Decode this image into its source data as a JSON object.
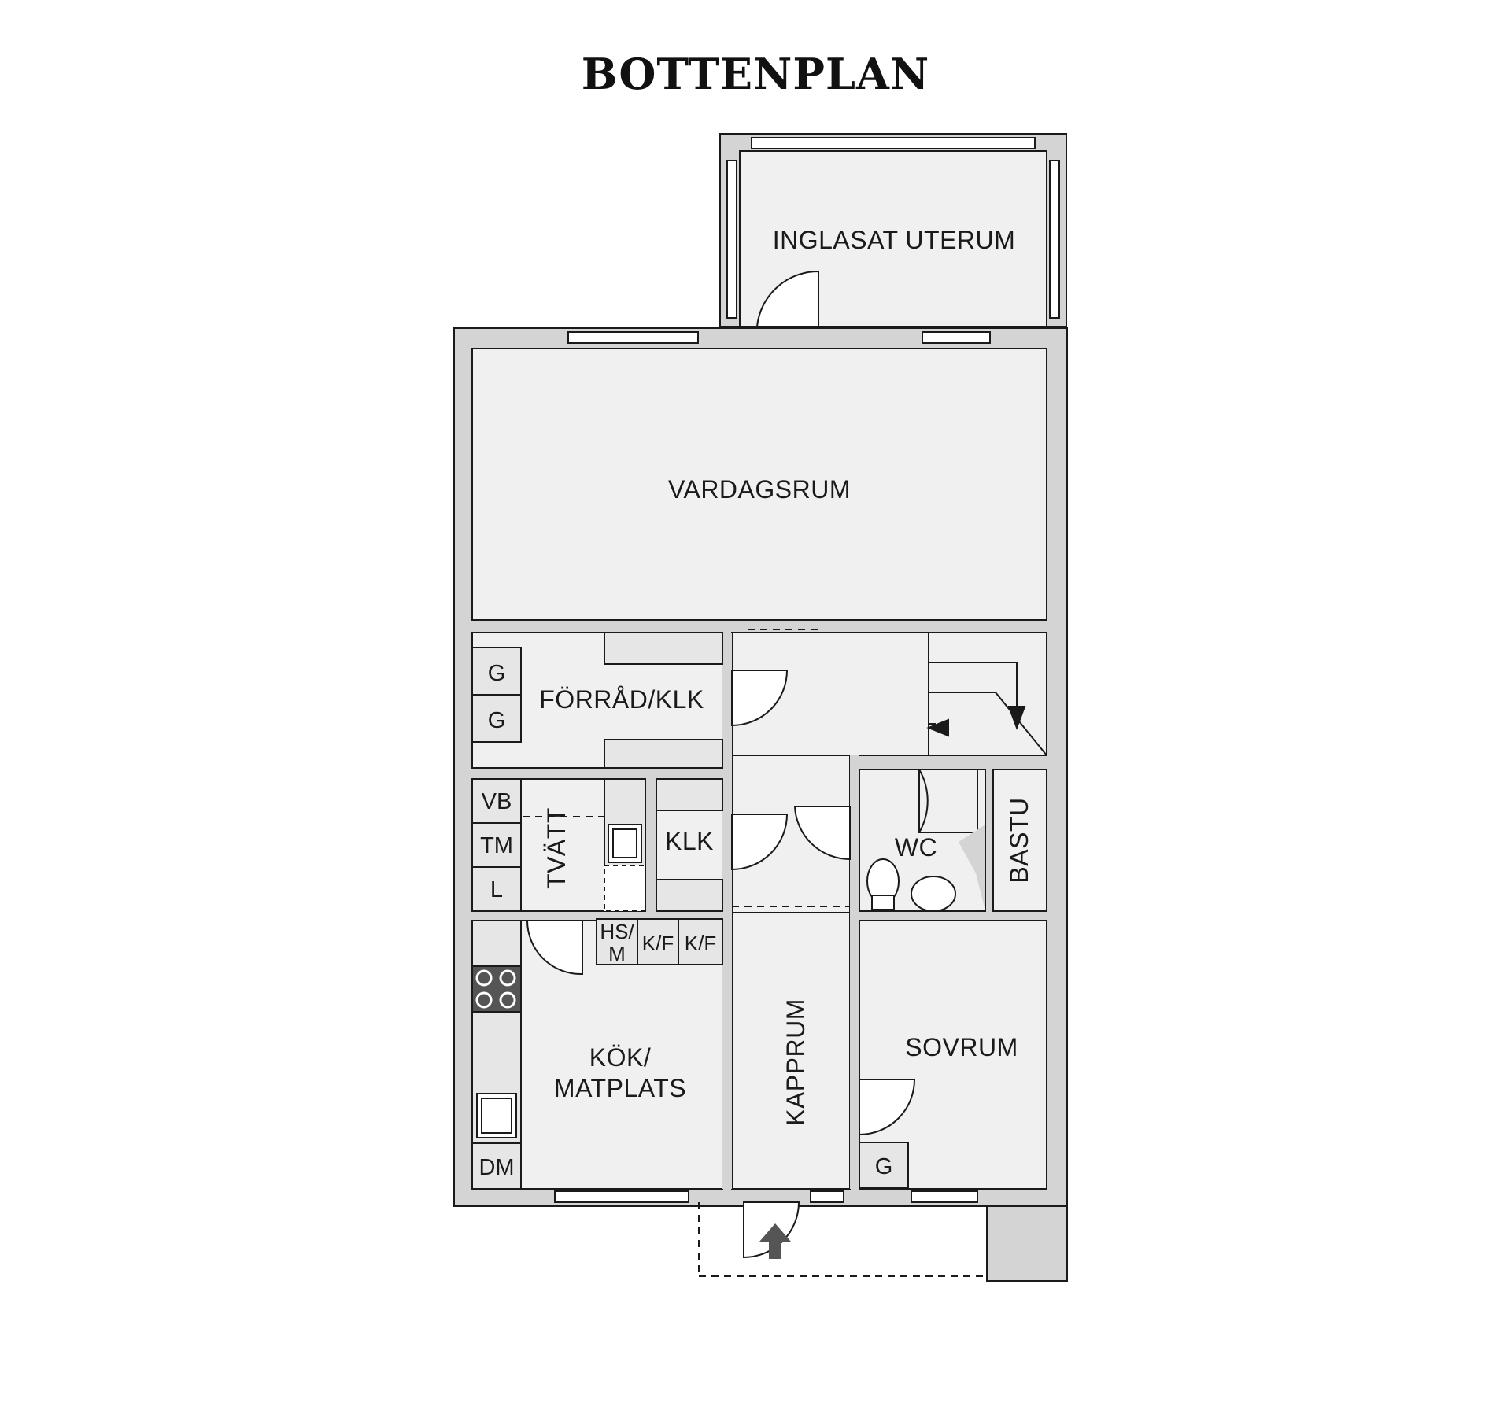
{
  "title": "BOTTENPLAN",
  "rooms": {
    "uterum": "INGLASAT UTERUM",
    "vardagsrum": "VARDAGSRUM",
    "forrad": "FÖRRÅD/KLK",
    "tvatt": "TVÄTT",
    "klk": "KLK",
    "wc": "WC",
    "bastu": "BASTU",
    "kok_line1": "KÖK/",
    "kok_line2": "MATPLATS",
    "kapprum": "KAPPRUM",
    "sovrum": "SOVRUM"
  },
  "fixtures": {
    "g1": "G",
    "g2": "G",
    "g3": "G",
    "vb": "VB",
    "tm": "TM",
    "l": "L",
    "dm": "DM",
    "hs_line1": "HS/",
    "hs_line2": "M",
    "kf1": "K/F",
    "kf2": "K/F"
  },
  "colors": {
    "floor": "#f0f0f0",
    "wall": "#d4d4d4",
    "line": "#1a1a1a"
  }
}
